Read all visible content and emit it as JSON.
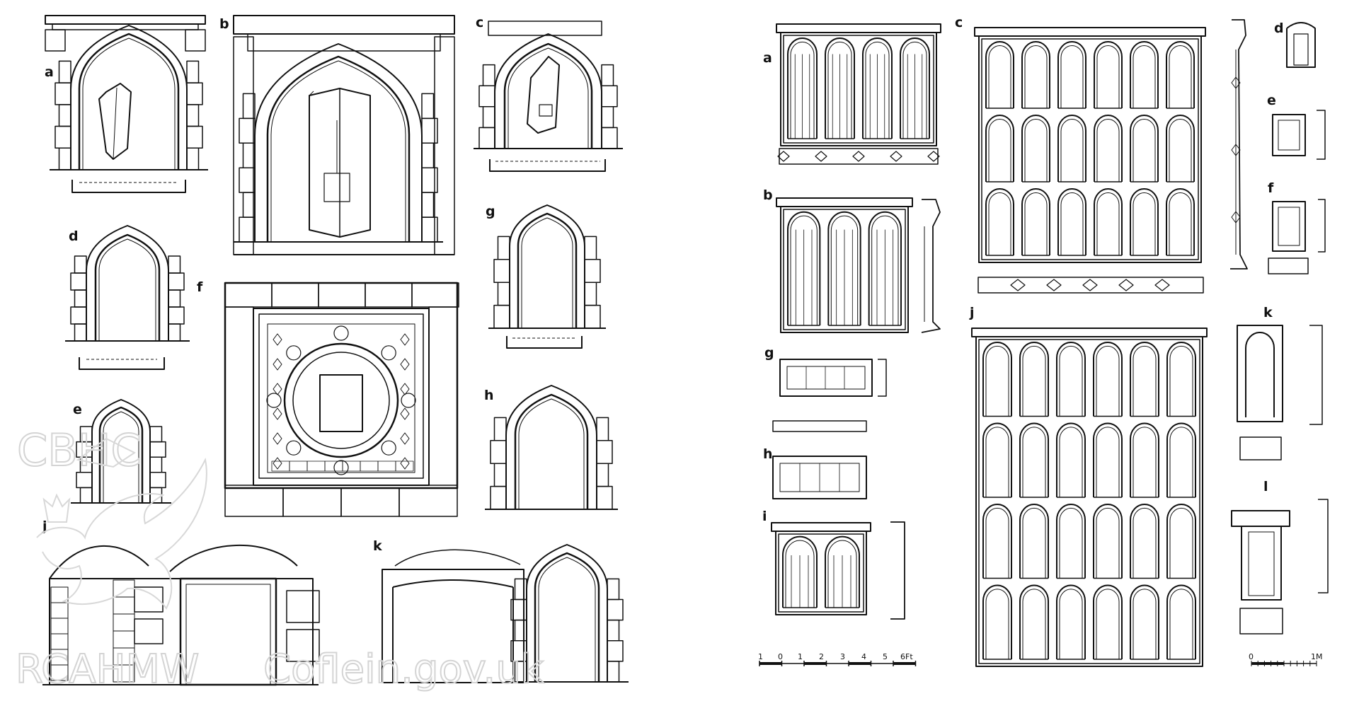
{
  "panels": {
    "doorways": {
      "labels": [
        "a",
        "b",
        "c",
        "d",
        "e",
        "f",
        "g",
        "h",
        "j",
        "k"
      ]
    },
    "windows": {
      "labels": [
        "a",
        "b",
        "c",
        "d",
        "e",
        "f",
        "g",
        "h",
        "i",
        "j",
        "k",
        "l"
      ],
      "scale_feet": {
        "ticks": [
          "1",
          "0",
          "1",
          "2",
          "3",
          "4",
          "5",
          "6Ft"
        ]
      },
      "scale_metric": {
        "start": "0",
        "end": "1M"
      }
    }
  },
  "watermark": {
    "logo_text": "CBHC",
    "footer_left": "RCAHMW",
    "footer_right": "Coflein.gov.uk"
  },
  "colors": {
    "ink": "#111111",
    "watermark": "#d4d4d4",
    "background": "#ffffff"
  }
}
